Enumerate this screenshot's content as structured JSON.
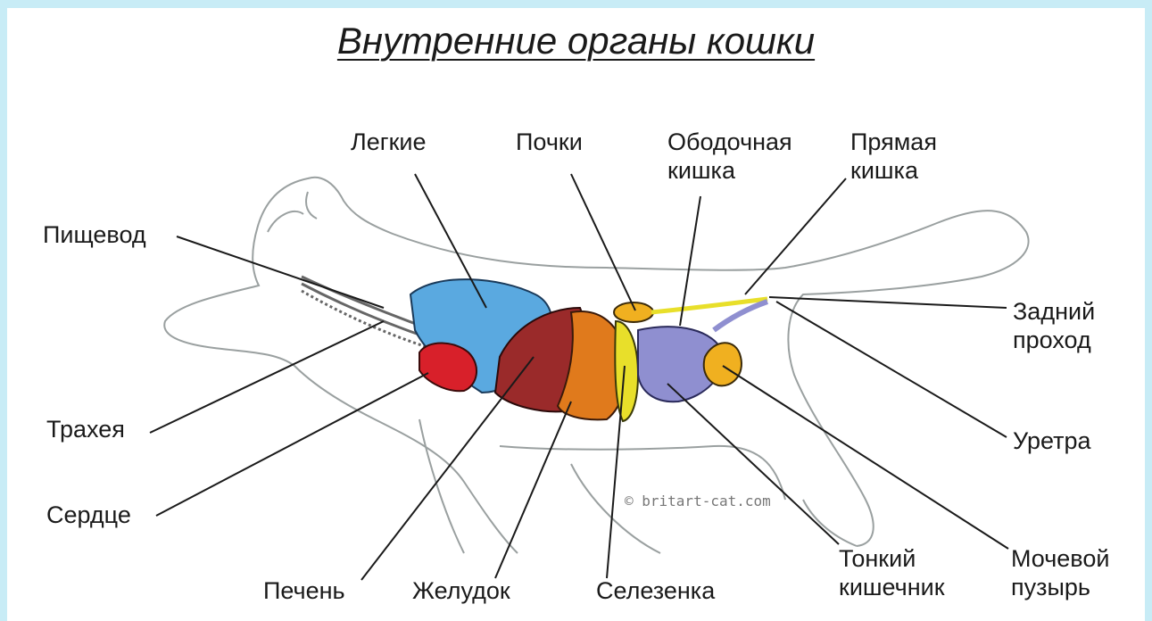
{
  "title": "Внутренние органы кошки",
  "credit": "© britart-cat.com",
  "labels": {
    "lungs": "Легкие",
    "kidneys": "Почки",
    "colon": "Ободочная\nкишка",
    "rectum": "Прямая\nкишка",
    "esophagus": "Пищевод",
    "anus": "Задний\nпроход",
    "trachea": "Трахея",
    "urethra": "Уретра",
    "heart": "Сердце",
    "liver": "Печень",
    "stomach": "Желудок",
    "spleen": "Селезенка",
    "small_intestine": "Тонкий\nкишечник",
    "bladder": "Мочевой\nпузырь"
  },
  "colors": {
    "background": "#c8ecf6",
    "lungs": "#5aa9e0",
    "heart": "#d8202a",
    "liver": "#9a2a2a",
    "stomach": "#e07a1c",
    "spleen": "#e8df2a",
    "intestine": "#8f8fd0",
    "bladder": "#f0b020",
    "outline": "#9aa0a0"
  }
}
